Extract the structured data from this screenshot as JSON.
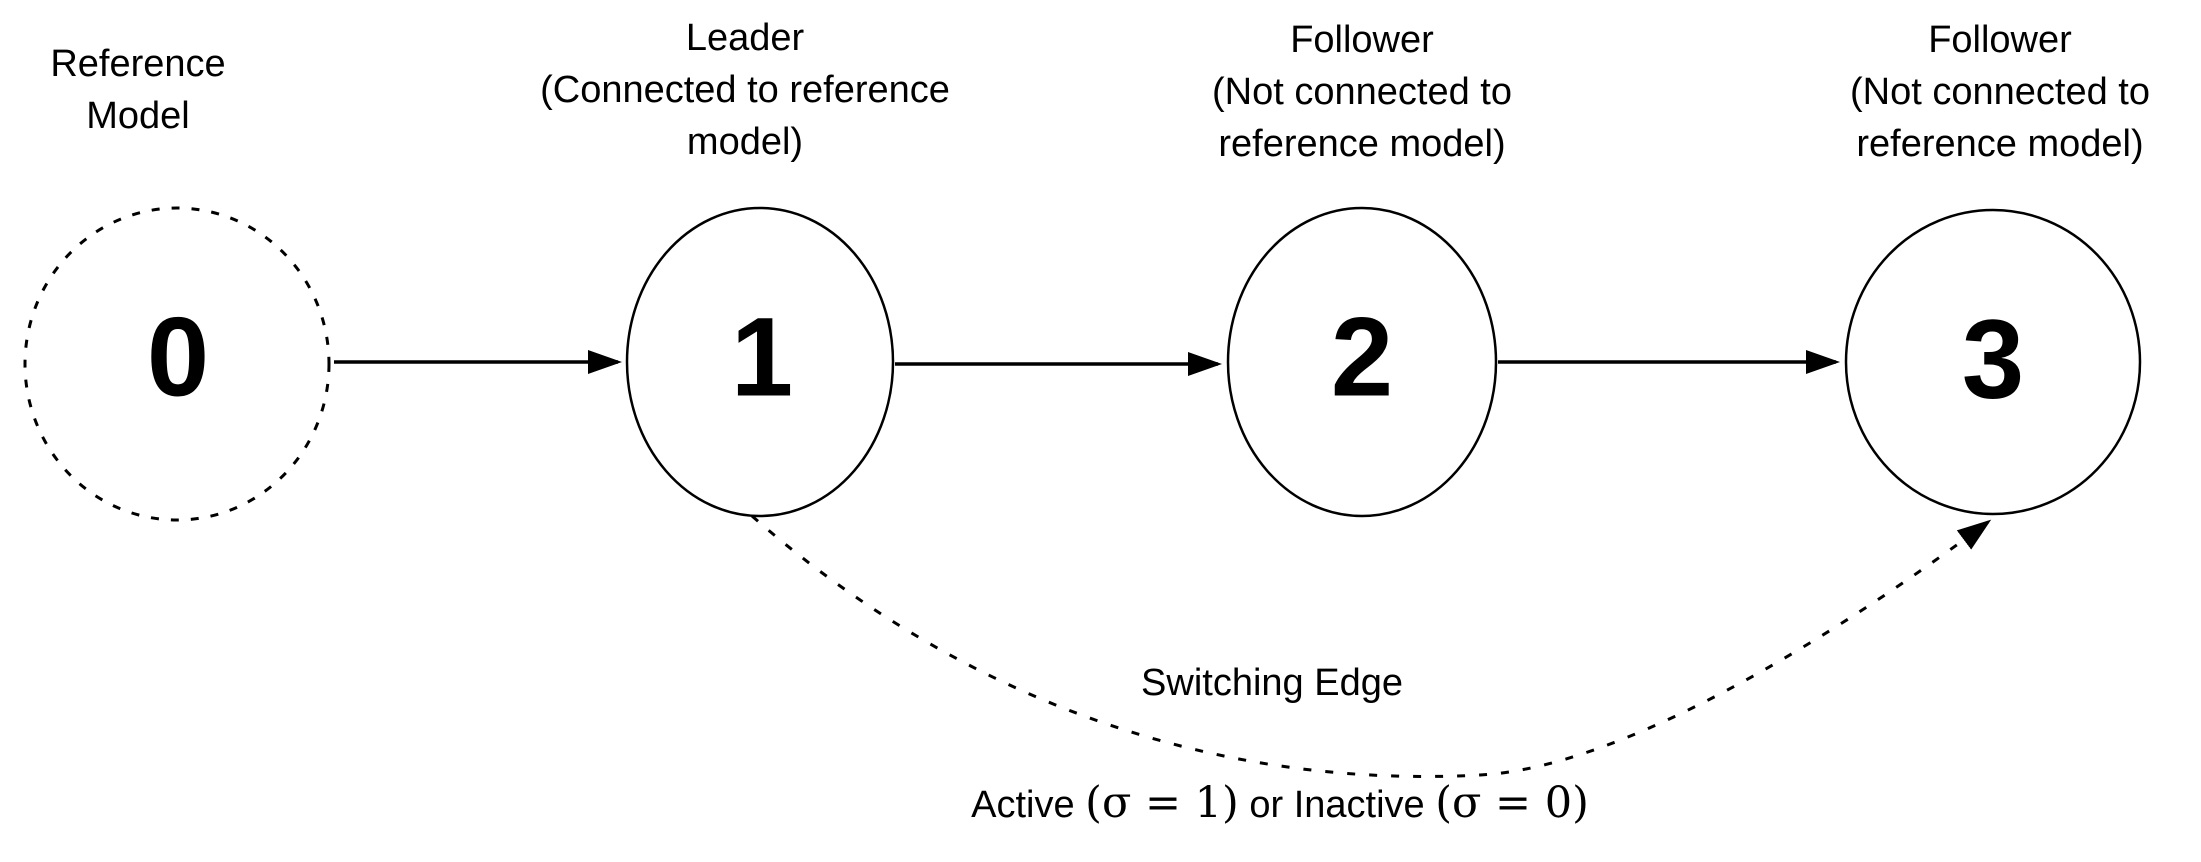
{
  "colors": {
    "ink": "#000000",
    "background": "#ffffff"
  },
  "nodes": [
    {
      "value": "0",
      "border": "dashed",
      "label_lines": [
        "Reference",
        "Model"
      ]
    },
    {
      "value": "1",
      "border": "solid",
      "label_lines": [
        "Leader",
        "(Connected to reference",
        "model)"
      ]
    },
    {
      "value": "2",
      "border": "solid",
      "label_lines": [
        "Follower",
        "(Not connected to",
        "reference model)"
      ]
    },
    {
      "value": "3",
      "border": "solid",
      "label_lines": [
        "Follower",
        "(Not connected to",
        "reference model)"
      ]
    }
  ],
  "edges": {
    "solid": [
      {
        "from": "0",
        "to": "1"
      },
      {
        "from": "1",
        "to": "2"
      },
      {
        "from": "2",
        "to": "3"
      }
    ],
    "switching": {
      "from": "1",
      "to": "3",
      "label": "Switching Edge",
      "state": {
        "prefix": "Active",
        "active_math": "(σ = 1)",
        "connector": "or Inactive",
        "inactive_math": "(σ = 0)"
      }
    }
  }
}
